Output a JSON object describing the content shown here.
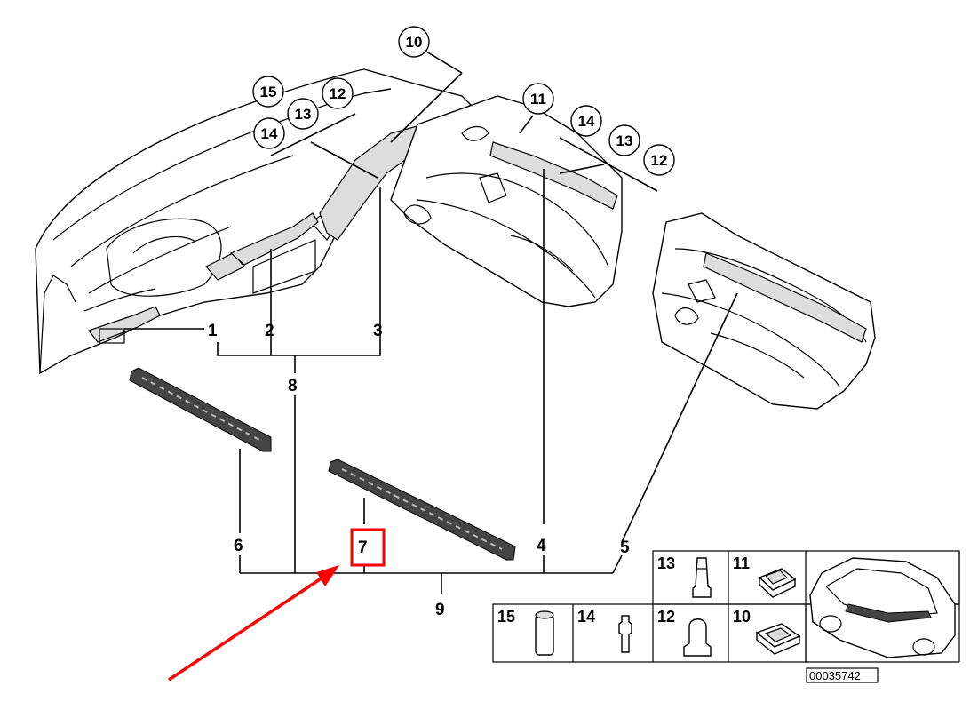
{
  "labels": {
    "l1": "1",
    "l2": "2",
    "l3": "3",
    "l4": "4",
    "l5": "5",
    "l6": "6",
    "l7": "7",
    "l8": "8",
    "l9": "9"
  },
  "circled": {
    "c10": "10",
    "dash": {
      "c15": "15",
      "c12": "12",
      "c13": "13",
      "c14": "14"
    },
    "door": {
      "c11": "11",
      "c14": "14",
      "c13": "13",
      "c12": "12"
    }
  },
  "parts_table": {
    "top_row": [
      "13",
      "11"
    ],
    "bottom_row": [
      "15",
      "14",
      "12",
      "10"
    ]
  },
  "reference_number": "00035742",
  "highlight": {
    "label": "7",
    "color": "#ff0000"
  }
}
